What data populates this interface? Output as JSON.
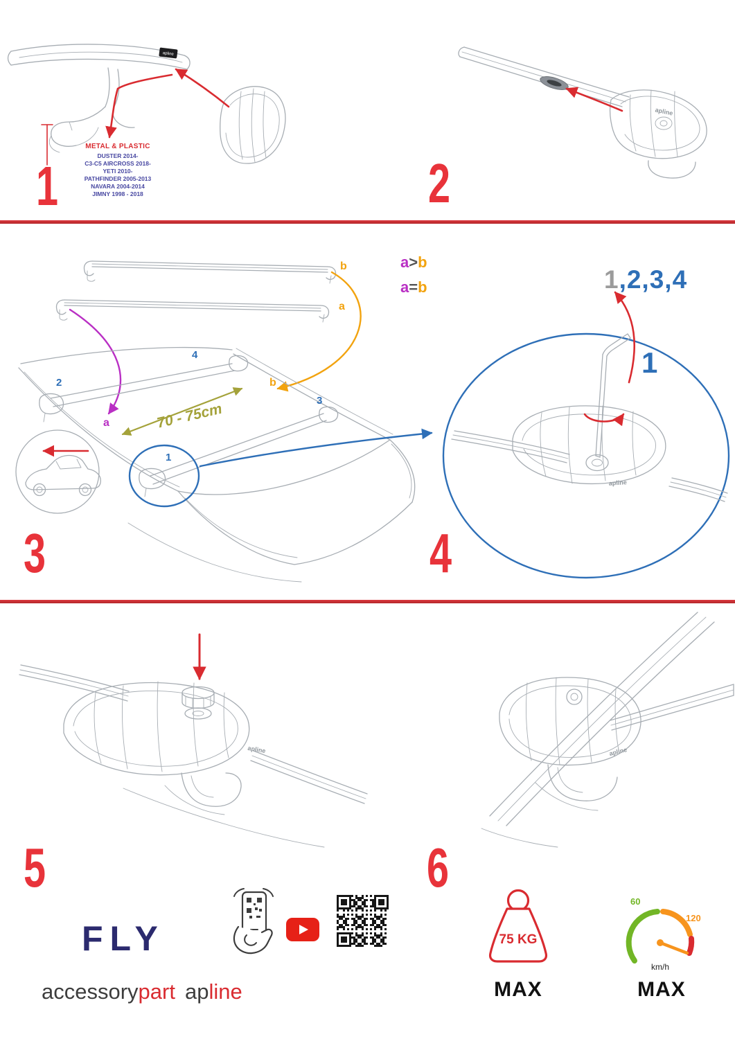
{
  "colors": {
    "red": "#d92b30",
    "accent_red": "#e8333a",
    "blue": "#2e6fb7",
    "purple": "#b92fc4",
    "orange": "#f2a30f",
    "olive": "#a4a23a",
    "navy": "#2b2a6e",
    "dark": "#3d3d3d",
    "line_gray": "#a7adb3",
    "green": "#72b626",
    "gauge_orange": "#f7941d",
    "youtube_red": "#e62117"
  },
  "step1": {
    "number": "1",
    "material_label": "METAL & PLASTIC",
    "logo": "apline",
    "models": [
      "DUSTER 2014-",
      "C3-C5 AIRCROSS 2018-",
      "YETI 2010-",
      "PATHFINDER 2005-2013",
      "NAVARA 2004-2014",
      "JIMNY 1998 - 2018"
    ]
  },
  "step2": {
    "number": "2",
    "logo": "apline"
  },
  "step3": {
    "number": "3",
    "measurement": "70 - 75cm",
    "legend": {
      "a": "a",
      "gt": ">",
      "eq": "=",
      "b": "b"
    },
    "labels": {
      "bar_b": "b",
      "bar_a": "a",
      "roof_b": "b",
      "roof_a": "a",
      "pos1": "1",
      "pos2": "2",
      "pos3": "3",
      "pos4": "4"
    }
  },
  "step4": {
    "number": "4",
    "order_first": "1",
    "order_rest": ",2,3,4",
    "callout": "1",
    "logo": "apline"
  },
  "step5": {
    "number": "5",
    "logo": "apline"
  },
  "step6": {
    "number": "6",
    "logo": "apline"
  },
  "footer": {
    "fly": "FLY",
    "brand": {
      "accessory": "accessory",
      "part": "part",
      "ap": "ap",
      "line": "line"
    },
    "weight": {
      "value": "75 KG",
      "max": "MAX"
    },
    "speed": {
      "low": "60",
      "high": "120",
      "unit": "km/h",
      "max": "MAX"
    }
  }
}
